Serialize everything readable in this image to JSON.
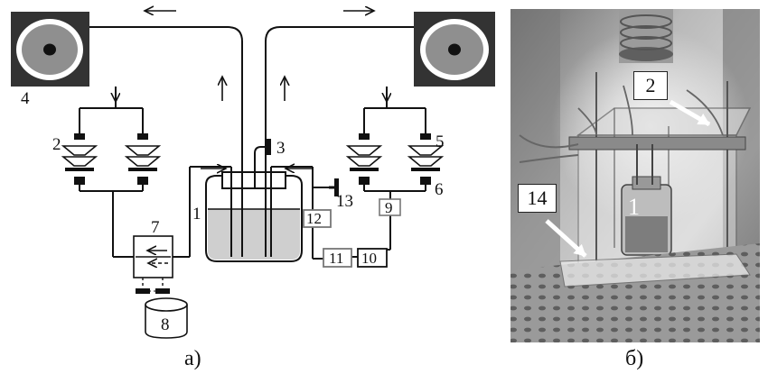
{
  "panel_a": {
    "caption": "а)",
    "labels": {
      "n1": "1",
      "n2": "2",
      "n3": "3",
      "n4": "4",
      "n5": "5",
      "n6": "6",
      "n7": "7",
      "n8": "8",
      "n9": "9",
      "n10": "10",
      "n11": "11",
      "n12": "12",
      "n13": "13"
    }
  },
  "panel_b": {
    "caption": "б)",
    "labels": {
      "n1": "1",
      "n2": "2",
      "n14": "14"
    }
  }
}
